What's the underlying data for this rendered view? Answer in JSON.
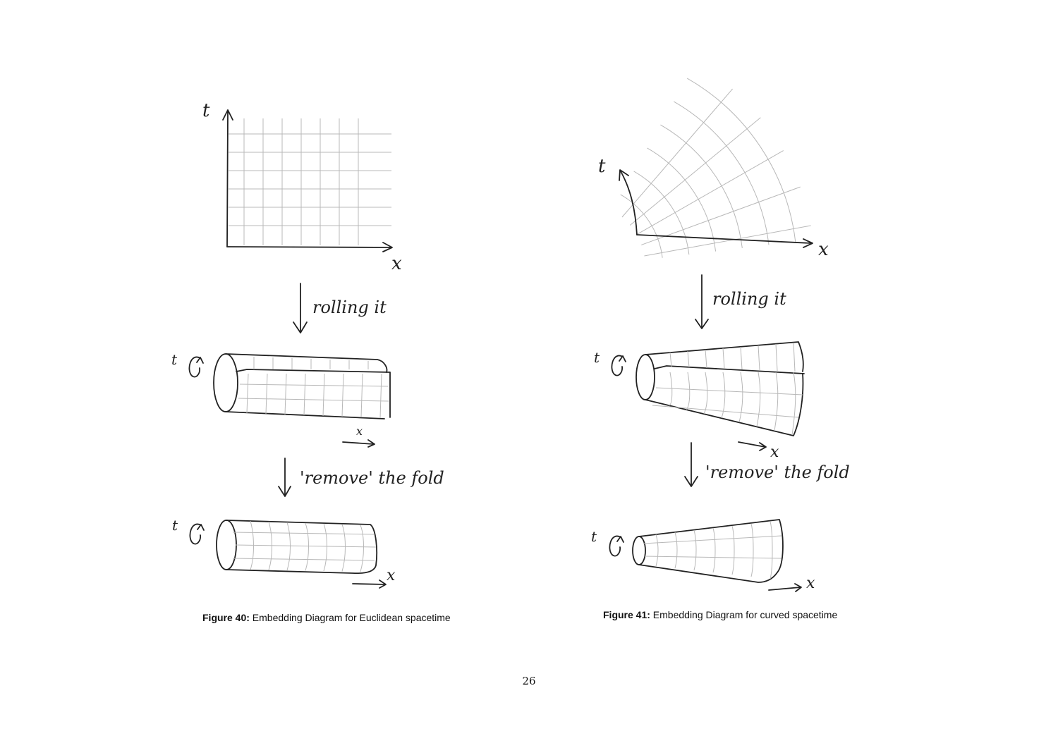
{
  "left": {
    "axis_t": "t",
    "axis_x": "x",
    "step1": "rolling it",
    "step2": "'remove' the fold",
    "caption_label": "Figure 40:",
    "caption_text": "Embedding Diagram for Euclidean spacetime"
  },
  "right": {
    "axis_t": "t",
    "axis_x": "x",
    "step1": "rolling it",
    "step2": "'remove' the fold",
    "caption_label": "Figure 41:",
    "caption_text": "Embedding Diagram for curved spacetime"
  },
  "page_number": "26"
}
